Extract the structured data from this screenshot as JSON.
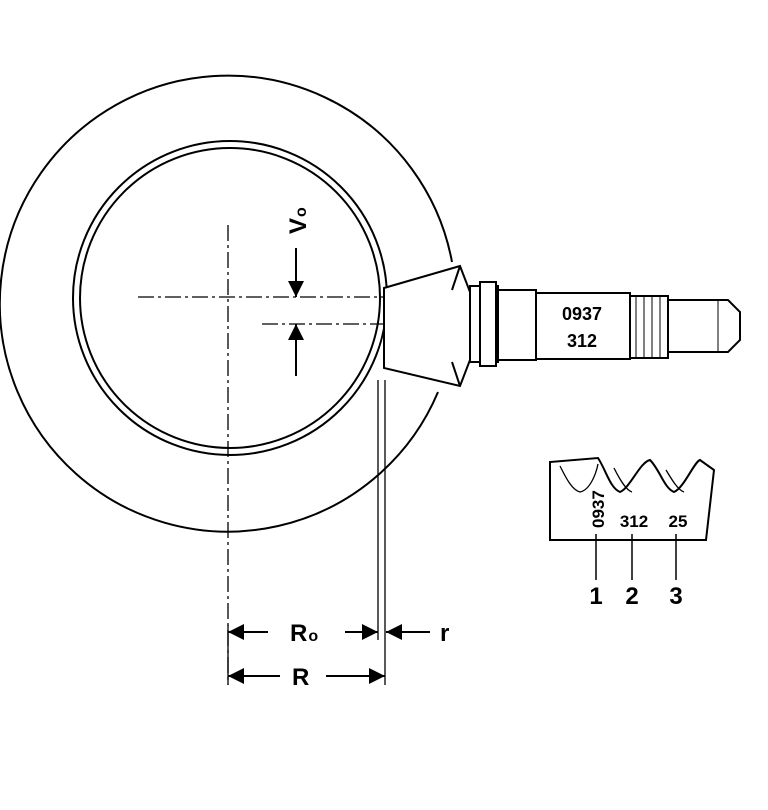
{
  "labels": {
    "offset": "V",
    "offset_sub": "o",
    "radius_o": "R",
    "radius_o_sub": "o",
    "radius": "R",
    "r": "r"
  },
  "pinion_marking": {
    "line1": "0937",
    "line2": "312"
  },
  "detail": {
    "marking_1": "0937",
    "marking_2": "312",
    "marking_3": "25",
    "callout_1": "1",
    "callout_2": "2",
    "callout_3": "3"
  }
}
